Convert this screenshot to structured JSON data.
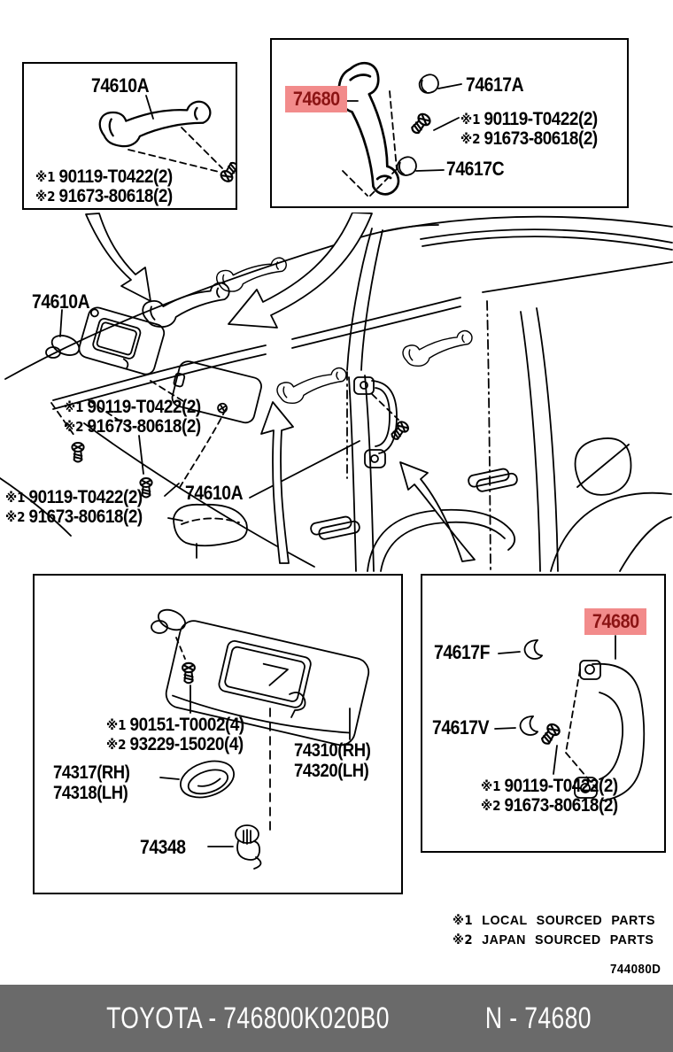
{
  "colors": {
    "highlight_bg": "#f28b8b",
    "highlight_text": "#8b1414",
    "footer_bg": "#6a6a6a",
    "footer_text": "#ffffff",
    "line": "#000000"
  },
  "top_left_box": {
    "part": "74610A",
    "notes": [
      {
        "marker": "※1",
        "text": "90119-T0422(2)"
      },
      {
        "marker": "※2",
        "text": "91673-80618(2)"
      }
    ]
  },
  "top_right_box": {
    "highlighted_part": "74680",
    "cap_top": "74617A",
    "cap_bottom": "74617C",
    "notes": [
      {
        "marker": "※1",
        "text": "90119-T0422(2)"
      },
      {
        "marker": "※2",
        "text": "91673-80618(2)"
      }
    ]
  },
  "main_view": {
    "visor_grip_label": "74610A",
    "door_grip_label": "74610A",
    "notes_mid": [
      {
        "marker": "※1",
        "text": "90119-T0422(2)"
      },
      {
        "marker": "※2",
        "text": "91673-80618(2)"
      }
    ],
    "notes_low": [
      {
        "marker": "※1",
        "text": "90119-T0422(2)"
      },
      {
        "marker": "※2",
        "text": "91673-80618(2)"
      }
    ]
  },
  "bottom_left_box": {
    "notes": [
      {
        "marker": "※1",
        "text": "90151-T0002(4)"
      },
      {
        "marker": "※2",
        "text": "93229-15020(4)"
      }
    ],
    "mirror_holder_rh": "74317(RH)",
    "mirror_holder_lh": "74318(LH)",
    "visor_rh": "74310(RH)",
    "visor_lh": "74320(LH)",
    "clip": "74348"
  },
  "bottom_right_box": {
    "highlighted_part": "74680",
    "cap_front": "74617F",
    "cap_rear": "74617V",
    "notes": [
      {
        "marker": "※1",
        "text": "90119-T0422(2)"
      },
      {
        "marker": "※2",
        "text": "91673-80618(2)"
      }
    ]
  },
  "legend": [
    {
      "marker": "※1",
      "text": "LOCAL SOURCED PARTS"
    },
    {
      "marker": "※2",
      "text": "JAPAN SOURCED PARTS"
    }
  ],
  "diagram_code": "744080D",
  "footer": {
    "brand_part": "TOYOTA - 746800K020B0",
    "catalog_number": "N - 74680"
  }
}
